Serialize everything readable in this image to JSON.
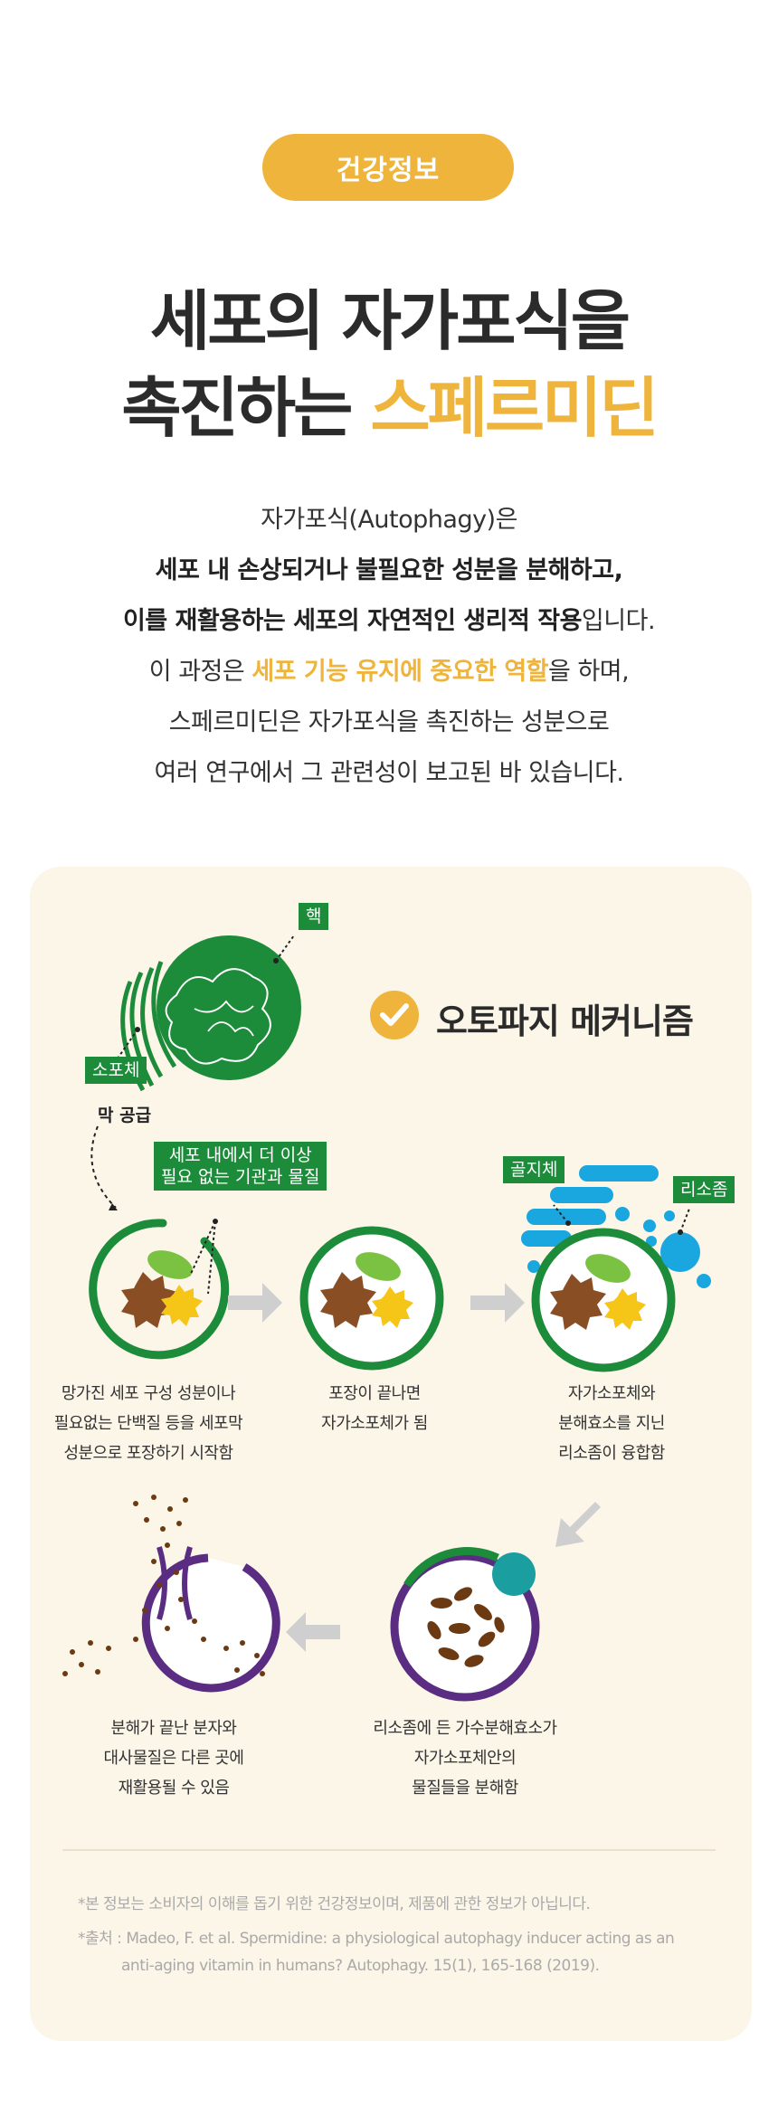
{
  "badge": "건강정보",
  "title": {
    "line1": "세포의 자가포식을",
    "line2_prefix": "촉진하는 ",
    "line2_highlight": "스페르미딘"
  },
  "intro": {
    "l1": "자가포식(Autophagy)은",
    "l2": "세포 내 손상되거나 불필요한 성분을 분해하고,",
    "l3_bold": "이를 재활용하는 세포의 자연적인 생리적 작용",
    "l3_tail": "입니다.",
    "l4_prefix": "이 과정은 ",
    "l4_highlight": "세포 기능 유지에 중요한 역할",
    "l4_tail": "을 하며,",
    "l5": "스페르미딘은 자가포식을 촉진하는 성분으로",
    "l6": "여러 연구에서 그 관련성이 보고된 바 있습니다."
  },
  "mechanism": {
    "title": "오토파지 메커니즘",
    "labels": {
      "nucleus": "핵",
      "sopoche": "소포체",
      "membrane": "막 공급",
      "organelle_1": "세포 내에서 더 이상",
      "organelle_2": "필요 없는 기관과 물질",
      "golgi": "골지체",
      "lysosome": "리소좀"
    },
    "steps": [
      {
        "l1": "망가진 세포 구성 성분이나",
        "l2": "필요없는 단백질 등을 세포막",
        "l3": "성분으로 포장하기 시작함"
      },
      {
        "l1": "포장이 끝나면",
        "l2": "자가소포체가 됨"
      },
      {
        "l1": "자가소포체와",
        "l2": "분해효소를 지닌",
        "l3": "리소좀이 융합함"
      },
      {
        "l1": "리소좀에 든 가수분해효소가",
        "l2": "자가소포체안의",
        "l3": "물질들을 분해함"
      },
      {
        "l1": "분해가 끝난 분자와",
        "l2": "대사물질은 다른 곳에",
        "l3": "재활용될 수 있음"
      }
    ]
  },
  "notes": {
    "n1": "*본 정보는 소비자의 이해를 돕기 위한 건강정보이며, 제품에 관한 정보가 아닙니다.",
    "n2": "*출처 : Madeo, F. et al. Spermidine: a physiological autophagy inducer acting as an",
    "n3": "anti-aging vitamin in humans? Autophagy. 15(1), 165-168 (2019)."
  },
  "colors": {
    "accent": "#eeb43b",
    "green": "#1d8c3a",
    "panel": "#fcf6e9",
    "purple": "#5a2d82",
    "blue": "#1aa7df"
  }
}
